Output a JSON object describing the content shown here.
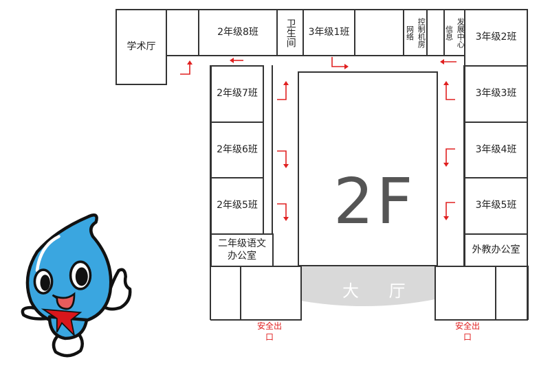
{
  "floor_label": "2F",
  "hall_label": "大 厅",
  "rooms": {
    "academic_hall": "学术厅",
    "class_2_8": "2年级8班",
    "restroom": "卫生间",
    "class_3_1": "3年级1班",
    "network_room_a": "控制机房",
    "network_room_b": "网络",
    "info_center_a": "发展中心",
    "info_center_b": "信息",
    "class_3_2": "3年级2班",
    "class_3_3": "3年级3班",
    "class_3_4": "3年级4班",
    "class_3_5": "3年级5班",
    "foreign_teacher_office": "外教办公室",
    "class_2_7": "2年级7班",
    "class_2_6": "2年级6班",
    "class_2_5": "2年级5班",
    "grade2_chinese_office": "二年级语文办公室"
  },
  "exits": {
    "left": "安全出口",
    "right": "安全出口"
  },
  "colors": {
    "wall": "#333333",
    "arrow": "#e02020",
    "hall": "#d9d9d9",
    "mascot": "#3aa6e0"
  }
}
